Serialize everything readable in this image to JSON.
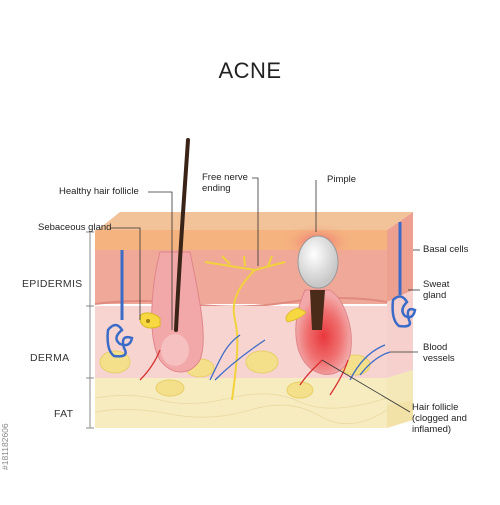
{
  "title": "ACNE",
  "layers": {
    "epidermis": "EPIDERMIS",
    "derma": "DERMA",
    "fat": "FAT"
  },
  "labels": {
    "healthy_hair_follicle": "Healthy hair follicle",
    "sebaceous_gland": "Sebaceous gland",
    "free_nerve_ending_1": "Free nerve",
    "free_nerve_ending_2": "ending",
    "pimple": "Pimple",
    "basal_cells": "Basal cells",
    "sweat_gland_1": "Sweat",
    "sweat_gland_2": "gland",
    "blood_vessels_1": "Blood",
    "blood_vessels_2": "vessels",
    "hair_follicle_1": "Hair follicle",
    "hair_follicle_2": "(clogged and",
    "hair_follicle_3": "inflamed)"
  },
  "watermark": "#181182606",
  "colors": {
    "epidermis_top": "#f5b380",
    "epidermis": "#f0a898",
    "derma": "#f7d4d0",
    "fat": "#f7ecc0",
    "fat_cells": "#f4e08a",
    "follicle": "#f2a8a8",
    "inflamed": "#e8383c",
    "pimple_head": "#e8e8e8",
    "hair": "#3a2418",
    "nerve": "#f2d23c",
    "vessel_blue": "#3a6bc8",
    "vessel_red": "#d83030",
    "sebum": "#f7d840"
  }
}
